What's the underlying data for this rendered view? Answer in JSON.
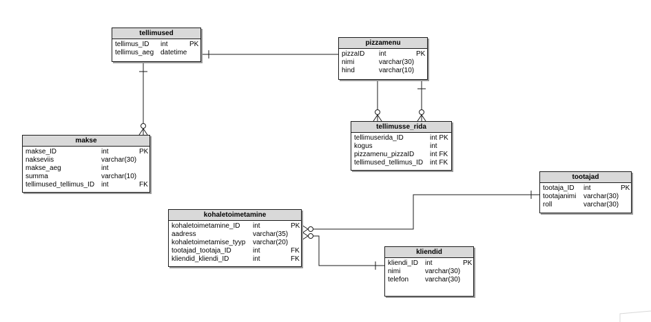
{
  "entities": {
    "tellimused": {
      "title": "tellimused",
      "rows": [
        [
          "tellimus_ID",
          "int",
          "PK"
        ],
        [
          "tellimus_aeg",
          "datetime",
          ""
        ]
      ]
    },
    "pizzamenu": {
      "title": "pizzamenu",
      "rows": [
        [
          "pizzaID",
          "int",
          "PK"
        ],
        [
          "nimi",
          "varchar(30)",
          ""
        ],
        [
          "hind",
          "varchar(10)",
          ""
        ]
      ]
    },
    "makse": {
      "title": "makse",
      "rows": [
        [
          "makse_ID",
          "int",
          "PK"
        ],
        [
          "nakseviis",
          "varchar(30)",
          ""
        ],
        [
          "makse_aeg",
          "int",
          ""
        ],
        [
          "summa",
          "varchar(10)",
          ""
        ],
        [
          "tellimused_tellimus_ID",
          "int",
          "FK"
        ]
      ]
    },
    "tellimusse_rida": {
      "title": "tellimusse_rida",
      "rows": [
        [
          "tellimuserida_ID",
          "int PK",
          ""
        ],
        [
          "kogus",
          "int",
          ""
        ],
        [
          "pizzamenu_pizzaID",
          "int FK",
          ""
        ],
        [
          "tellimused_tellimus_ID",
          "int FK",
          ""
        ]
      ]
    },
    "tootajad": {
      "title": "tootajad",
      "rows": [
        [
          "tootaja_ID",
          "int",
          "PK"
        ],
        [
          "tootajanimi",
          "varchar(30)",
          ""
        ],
        [
          "roll",
          "varchar(30)",
          ""
        ]
      ]
    },
    "kohaletoimetamine": {
      "title": "kohaletoimetamine",
      "rows": [
        [
          "kohaletoimetamine_ID",
          "int",
          "PK"
        ],
        [
          "aadress",
          "varchar(35)",
          ""
        ],
        [
          "kohaletoimetamise_tyyp",
          "varchar(20)",
          ""
        ],
        [
          "tootajad_tootaja_ID",
          "int",
          "FK"
        ],
        [
          "kliendid_kliendi_ID",
          "int",
          "FK"
        ]
      ]
    },
    "kliendid": {
      "title": "kliendid",
      "rows": [
        [
          "kliendi_ID",
          "int",
          "PK"
        ],
        [
          "nimi",
          "varchar(30)",
          ""
        ],
        [
          "telefon",
          "varchar(30)",
          ""
        ]
      ]
    }
  }
}
